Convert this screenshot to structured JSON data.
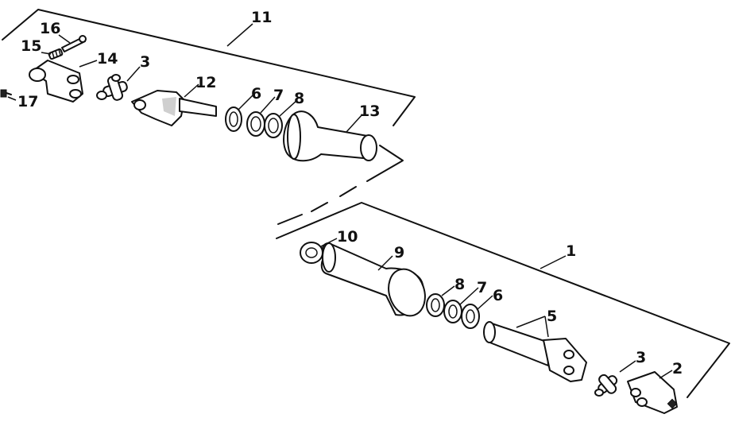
{
  "callouts": {
    "c1": "1",
    "c2": "2",
    "c3a": "3",
    "c3b": "3",
    "c5": "5",
    "c6a": "6",
    "c6b": "6",
    "c7a": "7",
    "c7b": "7",
    "c8a": "8",
    "c8b": "8",
    "c9": "9",
    "c10": "10",
    "c11": "11",
    "c12": "12",
    "c13": "13",
    "c14": "14",
    "c15": "15",
    "c16": "16",
    "c17": "17"
  }
}
